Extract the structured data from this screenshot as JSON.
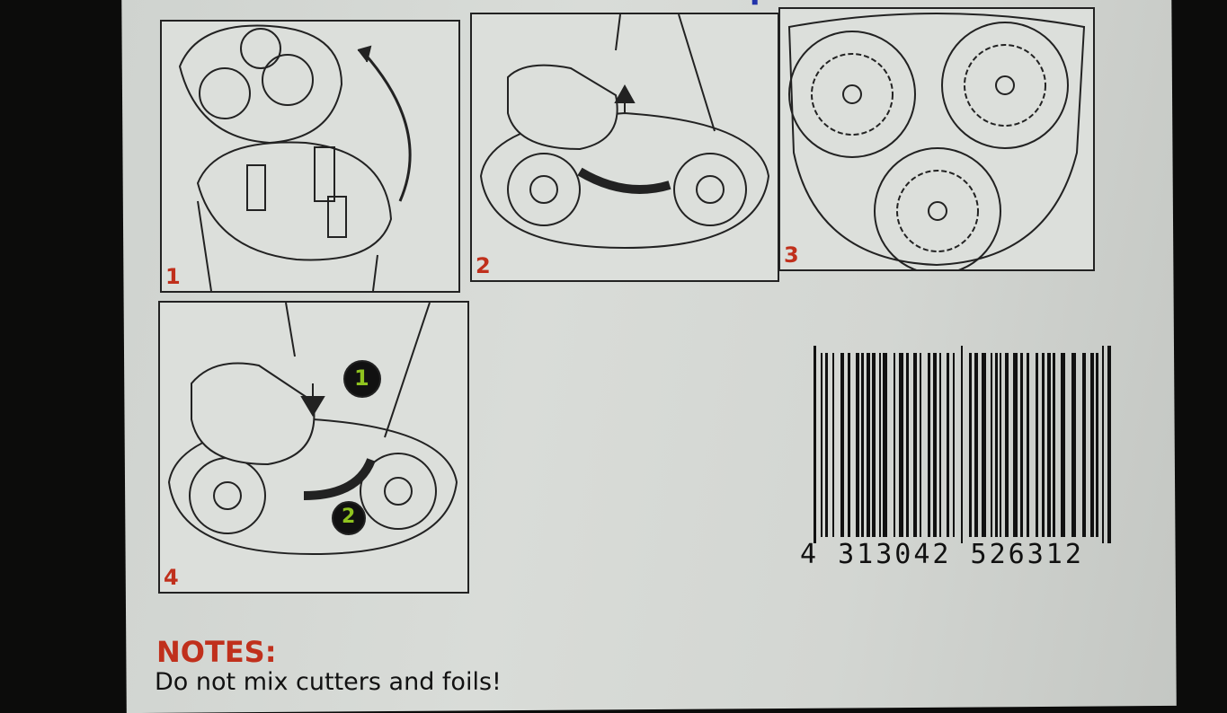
{
  "headline": "...because p",
  "panels": [
    {
      "number": "1"
    },
    {
      "number": "2"
    },
    {
      "number": "3"
    },
    {
      "number": "4",
      "step_badges": [
        "1",
        "2"
      ]
    }
  ],
  "barcode": {
    "number": "4 313042 526312"
  },
  "notes": {
    "title": "NOTES:",
    "items": [
      "Do not mix cutters and foils!"
    ]
  },
  "colors": {
    "accent_red": "#c0301c",
    "headline_blue": "#2233aa",
    "badge_green": "#8fc31f"
  }
}
